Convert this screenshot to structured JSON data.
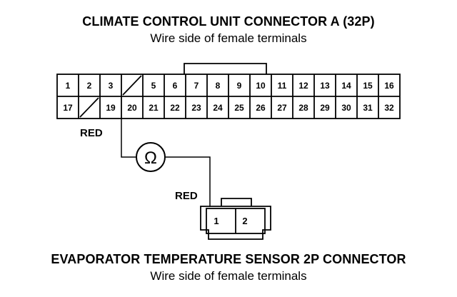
{
  "connector_a": {
    "title": "CLIMATE CONTROL UNIT CONNECTOR A (32P)",
    "subtitle": "Wire side of female terminals",
    "top_row": [
      "1",
      "2",
      "3",
      "",
      "5",
      "6",
      "7",
      "8",
      "9",
      "10",
      "11",
      "12",
      "13",
      "14",
      "15",
      "16"
    ],
    "bottom_row": [
      "17",
      "",
      "19",
      "20",
      "21",
      "22",
      "23",
      "24",
      "25",
      "26",
      "27",
      "28",
      "29",
      "30",
      "31",
      "32"
    ]
  },
  "meter": {
    "wire_color_a": "RED",
    "wire_color_b": "RED",
    "symbol": "Ω",
    "icon": "ohmmeter-icon"
  },
  "connector_b": {
    "title": "EVAPORATOR TEMPERATURE SENSOR 2P CONNECTOR",
    "subtitle": "Wire side of female terminals",
    "terminals": [
      "1",
      "2"
    ]
  }
}
